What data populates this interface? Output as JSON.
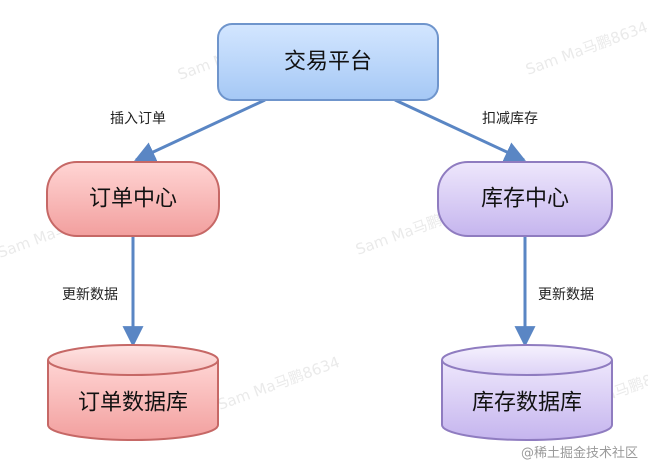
{
  "nodes": {
    "platform": "交易平台",
    "order_center": "订单中心",
    "inventory_center": "库存中心",
    "order_db": "订单数据库",
    "inventory_db": "库存数据库"
  },
  "edges": {
    "insert_order": "插入订单",
    "deduct_stock": "扣减库存",
    "update_left": "更新数据",
    "update_right": "更新数据"
  },
  "watermarks": [
    "Sam Ma马鹏8634",
    "Sam Ma马鹏8634",
    "Sam Ma马鹏8634",
    "Sam Ma马鹏8634"
  ],
  "footer": "@稀土掘金技术社区",
  "colors": {
    "platform_fill_top": "#d3e6ff",
    "platform_fill_bottom": "#a5c8f5",
    "platform_stroke": "#6f95cc",
    "order_fill_top": "#ffd0cf",
    "order_fill_bottom": "#f3a1a0",
    "order_stroke": "#c66866",
    "inv_fill_top": "#ebe3fb",
    "inv_fill_bottom": "#c7b7ee",
    "inv_stroke": "#8f7cc0",
    "arrow": "#5a86c4"
  }
}
